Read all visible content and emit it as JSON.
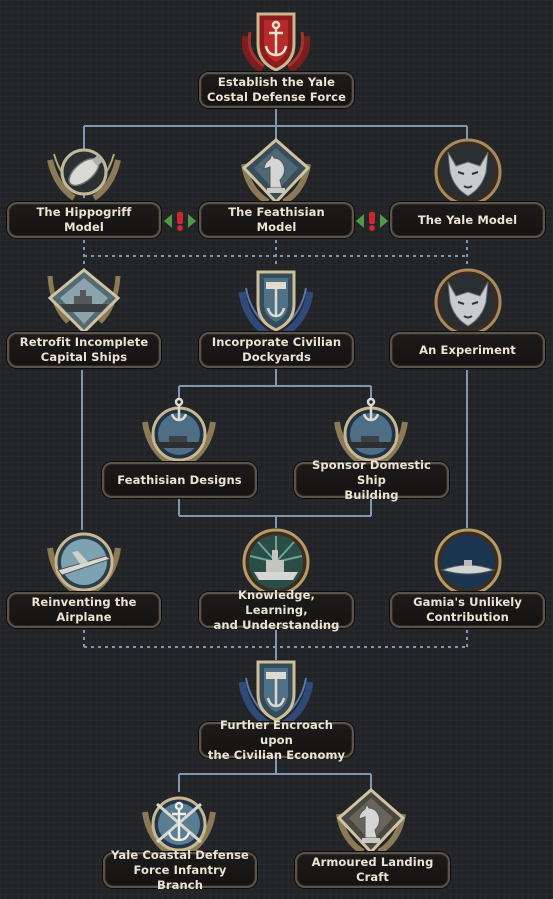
{
  "focuses": {
    "establish": "Establish the Yale\nCostal Defense Force",
    "hippogriff": "The Hippogriff Model",
    "feathisian": "The Feathisian Model",
    "yale": "The Yale Model",
    "retrofit": "Retrofit Incomplete\nCapital Ships",
    "dockyards": "Incorporate Civilian\nDockyards",
    "experiment": "An Experiment",
    "designs": "Feathisian Designs",
    "sponsor": "Sponsor Domestic Ship\nBuilding",
    "airplane": "Reinventing the\nAirplane",
    "knowledge": "Knowledge, Learning,\nand Understanding",
    "gamia": "Gamia's Unlikely\nContribution",
    "further": "Further Encroach upon\nthe Civilian Economy",
    "infantry": "Yale Coastal Defense\nForce Infantry Branch",
    "landing": "Armoured Landing Craft"
  },
  "icons": {
    "establish": "anchor-shield-icon",
    "hippogriff": "bomb-wings-icon",
    "feathisian": "chess-knight-icon",
    "yale": "wolf-head-icon",
    "retrofit": "battleship-icon",
    "dockyards": "hammer-anchor-icon",
    "experiment": "wolf-head-icon",
    "designs": "anchor-ship-icon",
    "sponsor": "anchor-ship-icon",
    "airplane": "airplane-icon",
    "knowledge": "ship-sun-icon",
    "gamia": "submarine-icon",
    "further": "hammer-anchor-icon",
    "infantry": "crossed-rifles-anchor-icon",
    "landing": "chess-knight-icon"
  },
  "exclusive_marker": "mutually-exclusive-icon",
  "colors": {
    "line": "#7f97b0",
    "label_border": "#5b5348",
    "label_text": "#ece3d3",
    "exclusive_red": "#cc2a2a",
    "exclusive_green": "#4f9a45"
  }
}
